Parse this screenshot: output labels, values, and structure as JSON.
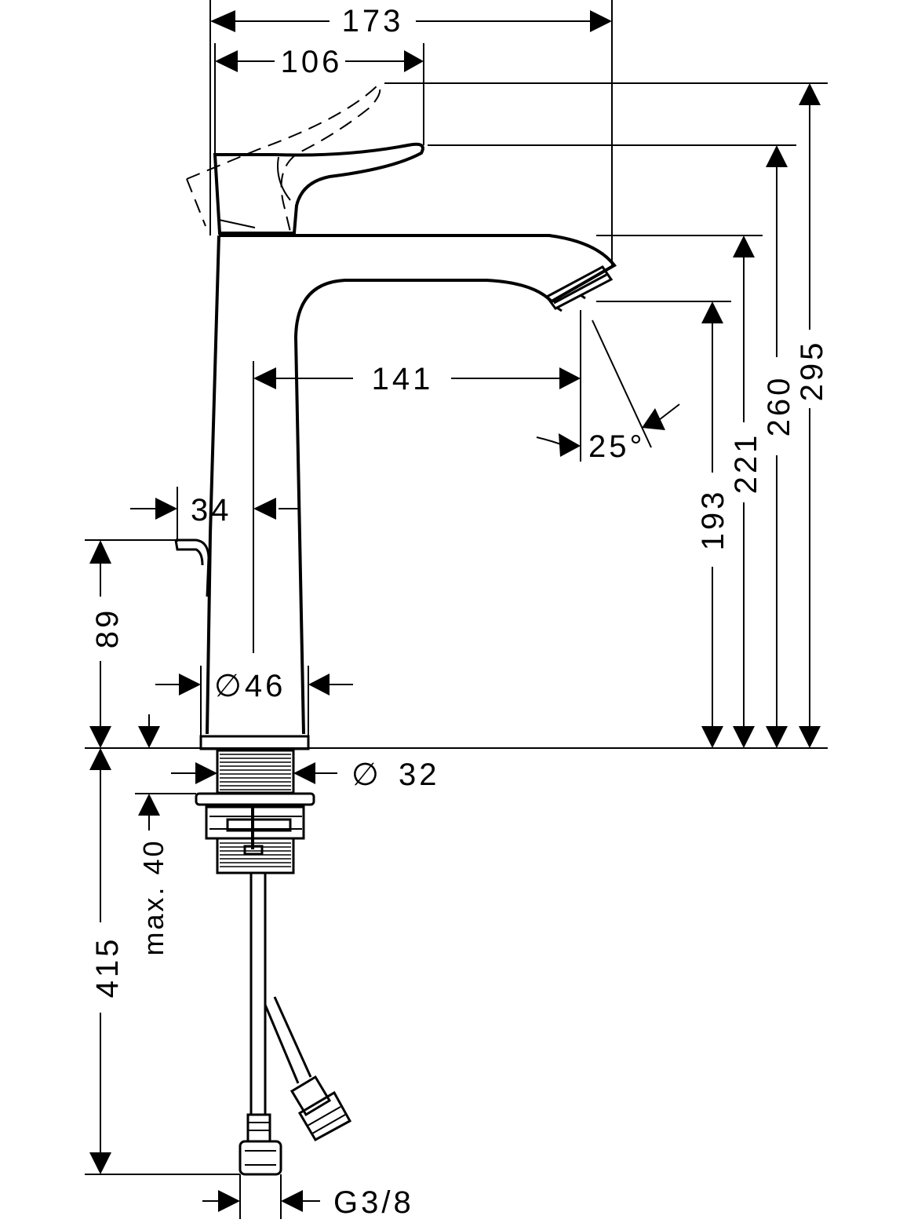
{
  "drawing": {
    "type": "technical dimension drawing (basin mixer tap)",
    "dimensions": {
      "width_overall": "173",
      "lever_reach": "106",
      "spout_reach": "141",
      "spout_angle": "25°",
      "lever_offset": "34",
      "body_diameter": "∅46",
      "thread_diameter_symbol": "∅",
      "thread_diameter": "32",
      "pop_up_height": "89",
      "max_counter_thickness": "max. 40",
      "hose_length": "415",
      "hose_connection": "G3/8",
      "spout_height": "193",
      "body_height": "221",
      "lever_height": "260",
      "lever_open_height": "295"
    }
  }
}
